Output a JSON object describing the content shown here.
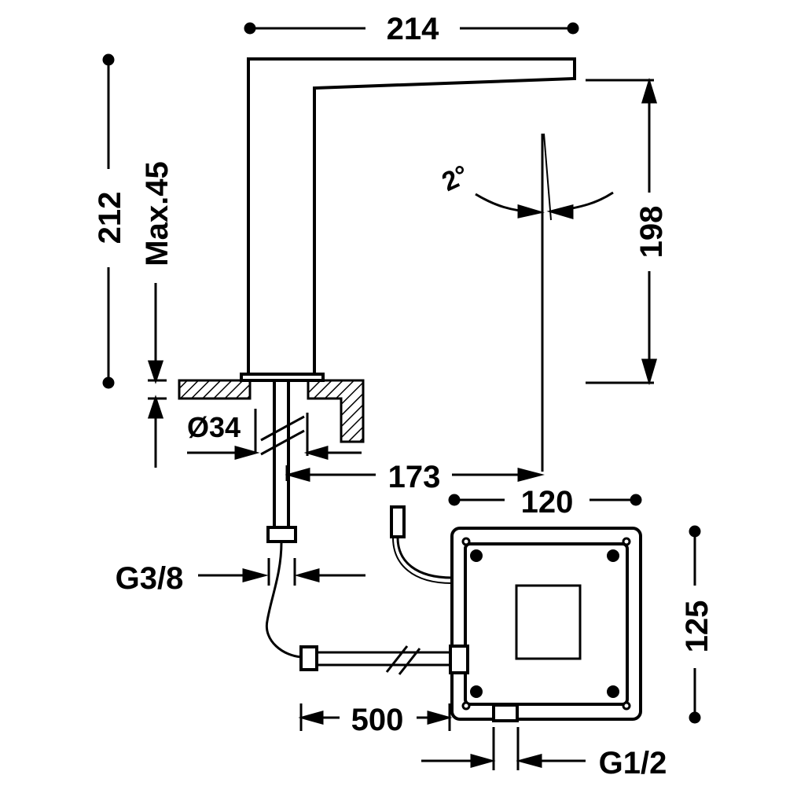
{
  "drawing": {
    "ink_color": "#000000",
    "background_color": "#ffffff",
    "hatch_color": "#000000"
  },
  "dimensions": {
    "spout_reach": "214",
    "total_height": "212",
    "max_deck_thickness": "Max.45",
    "aerator_height": "198",
    "spray_angle": "2°",
    "tail_diameter": "Ø34",
    "sensor_offset": "173",
    "box_width": "120",
    "box_height": "125",
    "hose_thread": "G3/8",
    "cable_length": "500",
    "inlet_thread": "G1/2"
  }
}
